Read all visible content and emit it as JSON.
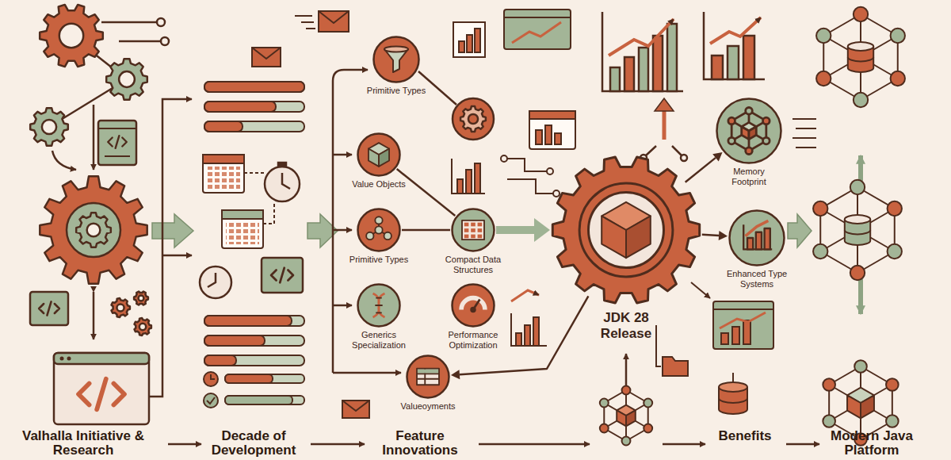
{
  "diagram": {
    "nodes": [
      {
        "text": [
          "Primitive Types"
        ]
      },
      {
        "text": [
          "Value Objects"
        ]
      },
      {
        "text": [
          "Primitive Types"
        ]
      },
      {
        "text": [
          "Compact Data Structures"
        ]
      },
      {
        "text": [
          "Generics Specialization"
        ]
      },
      {
        "text": [
          "Performance Optimization"
        ]
      },
      {
        "text": [
          "Valueoyments"
        ]
      },
      {
        "text": [
          "JDK 28 Release"
        ]
      },
      {
        "text": [
          "Memory Footprint"
        ]
      },
      {
        "text": [
          "Enhanced Type Systems"
        ]
      }
    ],
    "edges": [
      {
        "from": 1,
        "to": 3,
        "arrow": "none"
      },
      {
        "from": 2,
        "to": 3,
        "arrow": "none"
      },
      {
        "from": 3,
        "to": 7,
        "arrow": "to"
      },
      {
        "from": 7,
        "to": 8,
        "arrow": "to"
      },
      {
        "from": 7,
        "to": 9,
        "arrow": "to"
      },
      {
        "from": 7,
        "to": 6,
        "arrow": "to"
      }
    ],
    "labels": [
      "Valhalla Initiative & Research",
      "Decade of Development",
      "Feature Innovations",
      "Benefits",
      "Modern Java Platform"
    ]
  }
}
